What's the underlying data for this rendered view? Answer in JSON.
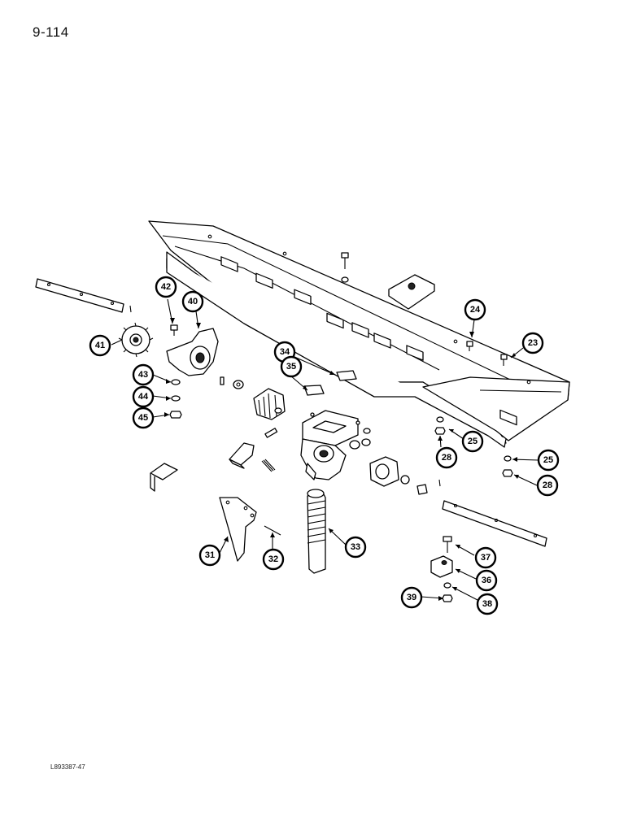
{
  "page": {
    "number": "9-114",
    "figure_code": "L893387-47"
  },
  "callouts": [
    {
      "label": "23"
    },
    {
      "label": "24"
    },
    {
      "label": "25"
    },
    {
      "label": "25"
    },
    {
      "label": "28"
    },
    {
      "label": "28"
    },
    {
      "label": "31"
    },
    {
      "label": "32"
    },
    {
      "label": "33"
    },
    {
      "label": "34"
    },
    {
      "label": "35"
    },
    {
      "label": "36"
    },
    {
      "label": "37"
    },
    {
      "label": "38"
    },
    {
      "label": "39"
    },
    {
      "label": "40"
    },
    {
      "label": "41"
    },
    {
      "label": "42"
    },
    {
      "label": "43"
    },
    {
      "label": "44"
    },
    {
      "label": "45"
    }
  ]
}
